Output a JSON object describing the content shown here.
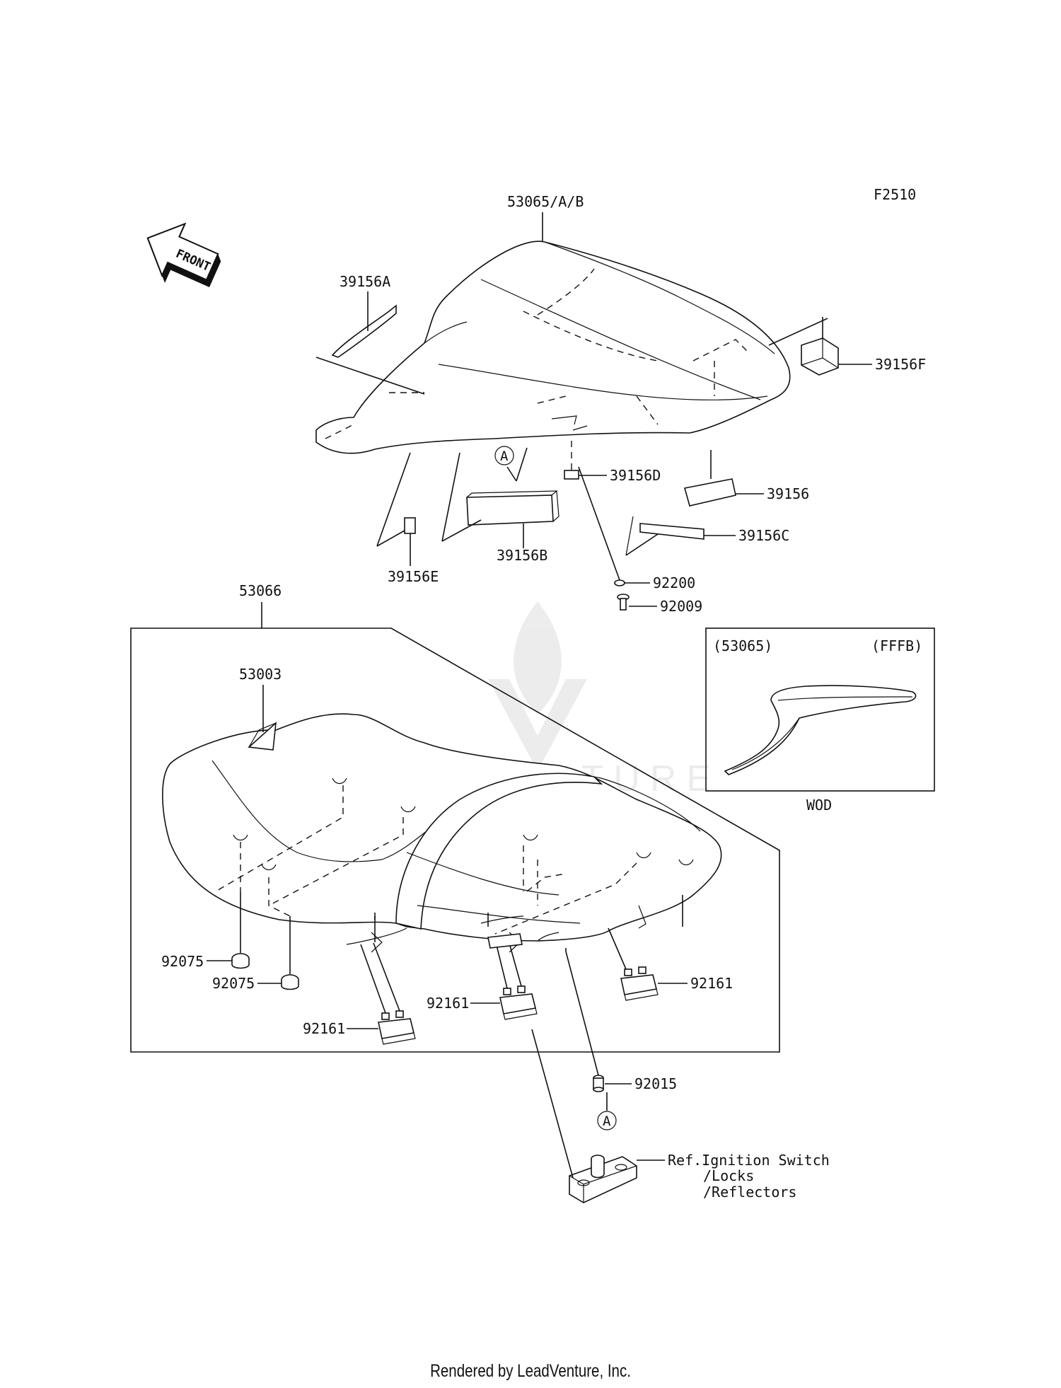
{
  "figure_code": "F2510",
  "front_label": "FRONT",
  "labels": {
    "p53065AB": "53065/A/B",
    "p39156A": "39156A",
    "p39156F": "39156F",
    "p39156D": "39156D",
    "p39156": "39156",
    "p39156C": "39156C",
    "p39156E": "39156E",
    "p39156B": "39156B",
    "p92200": "92200",
    "p92009": "92009",
    "p53066": "53066",
    "p53003": "53003",
    "p92075a": "92075",
    "p92075b": "92075",
    "p92161a": "92161",
    "p92161b": "92161",
    "p92161c": "92161",
    "p92015": "92015",
    "ref1": "Ref.Ignition Switch",
    "ref2": "/Locks",
    "ref3": "/Reflectors"
  },
  "ref_marker": "A",
  "inset": {
    "part": "(53065)",
    "color_code": "(FFFB)",
    "caption": "WOD"
  },
  "watermark": "LEADVENTURE",
  "footer": "Rendered by LeadVenture, Inc."
}
